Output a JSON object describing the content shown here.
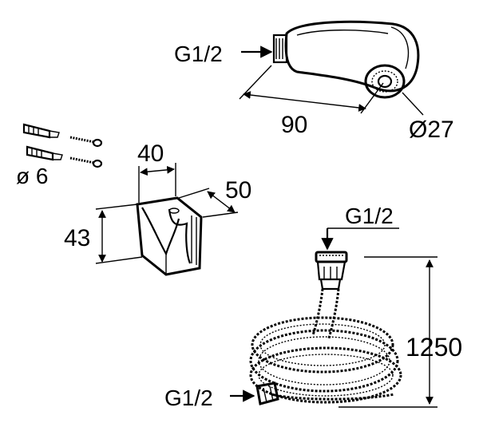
{
  "labels": {
    "showerhead_thread": "G1/2",
    "showerhead_length": "90",
    "showerhead_diameter": "Ø27",
    "anchor_diameter": "ø 6",
    "holder_width": "40",
    "holder_depth": "50",
    "holder_height": "43",
    "hose_thread_top": "G1/2",
    "hose_thread_bottom": "G1/2",
    "hose_length": "1250"
  }
}
